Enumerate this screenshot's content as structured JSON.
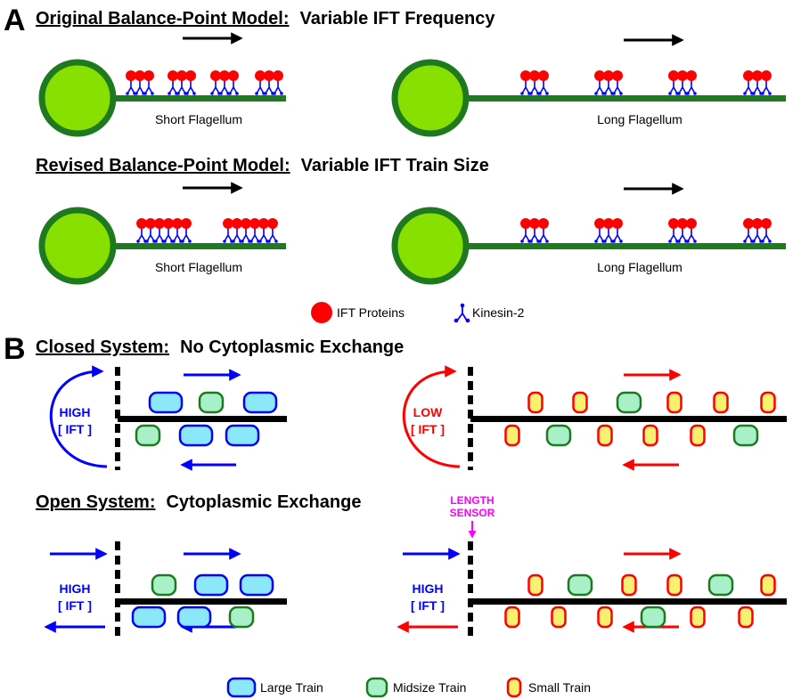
{
  "panel_a": {
    "letter": "A",
    "original": {
      "title_u": "Original Balance-Point Model:",
      "title": "Variable IFT Frequency"
    },
    "revised": {
      "title_u": "Revised Balance-Point Model:",
      "title": "Variable IFT Train Size"
    },
    "short_label": "Short Flagellum",
    "long_label": "Long Flagellum",
    "legend": {
      "ift_proteins": "IFT Proteins",
      "kinesin": "Kinesin-2"
    }
  },
  "panel_b": {
    "letter": "B",
    "closed": {
      "title_u": "Closed System:",
      "title": "No Cytoplasmic Exchange"
    },
    "open": {
      "title_u": "Open System:",
      "title": "Cytoplasmic Exchange"
    },
    "high": "HIGH",
    "low": "LOW",
    "ift": "[ IFT ]",
    "length_sensor": [
      "LENGTH",
      "SENSOR"
    ],
    "legend": {
      "large": "Large Train",
      "midsize": "Midsize Train",
      "small": "Small Train"
    }
  },
  "colors": {
    "blue": "#0000ff",
    "red": "#ff0000",
    "green_dark": "#1f7a1f",
    "green_light": "#88e000",
    "large_fill": "#8ae8f8",
    "mid_fill": "#a8f0c8",
    "small_fill": "#f8f070",
    "magenta": "#ff00ff"
  }
}
